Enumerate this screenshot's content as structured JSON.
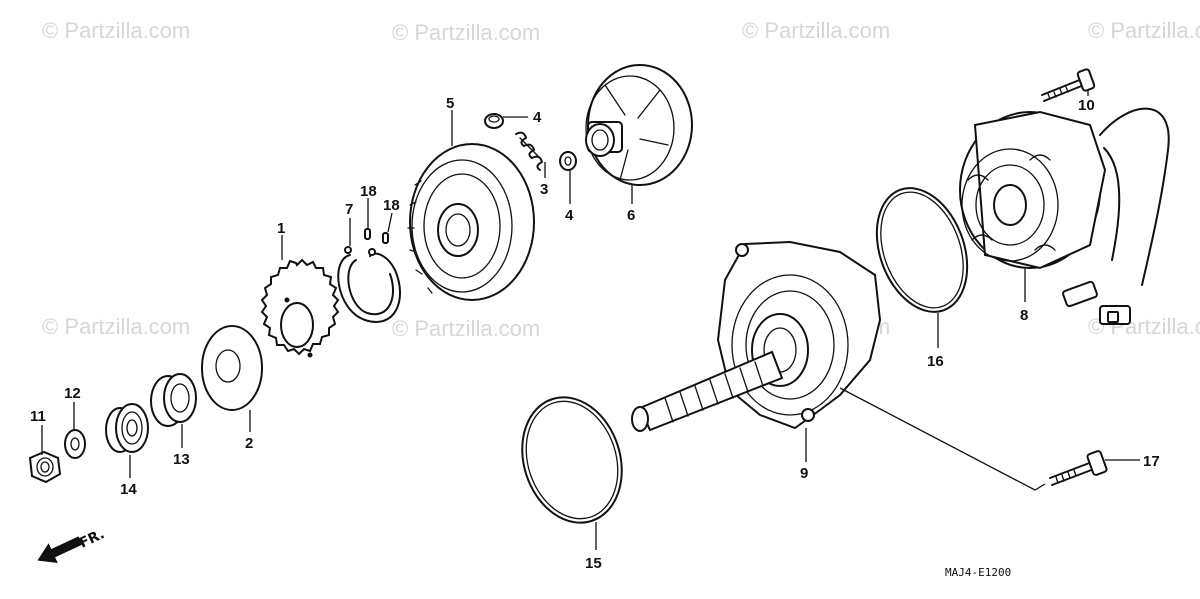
{
  "watermark": "© Partzilla.com",
  "diagram_code": "MAJ4-E1200",
  "direction_label": "FR.",
  "callouts": {
    "c1": "1",
    "c2": "2",
    "c3": "3",
    "c4a": "4",
    "c4b": "4",
    "c5": "5",
    "c6": "6",
    "c7": "7",
    "c8": "8",
    "c9": "9",
    "c10": "10",
    "c11": "11",
    "c12": "12",
    "c13": "13",
    "c14": "14",
    "c15": "15",
    "c16": "16",
    "c17": "17",
    "c18a": "18",
    "c18b": "18"
  }
}
